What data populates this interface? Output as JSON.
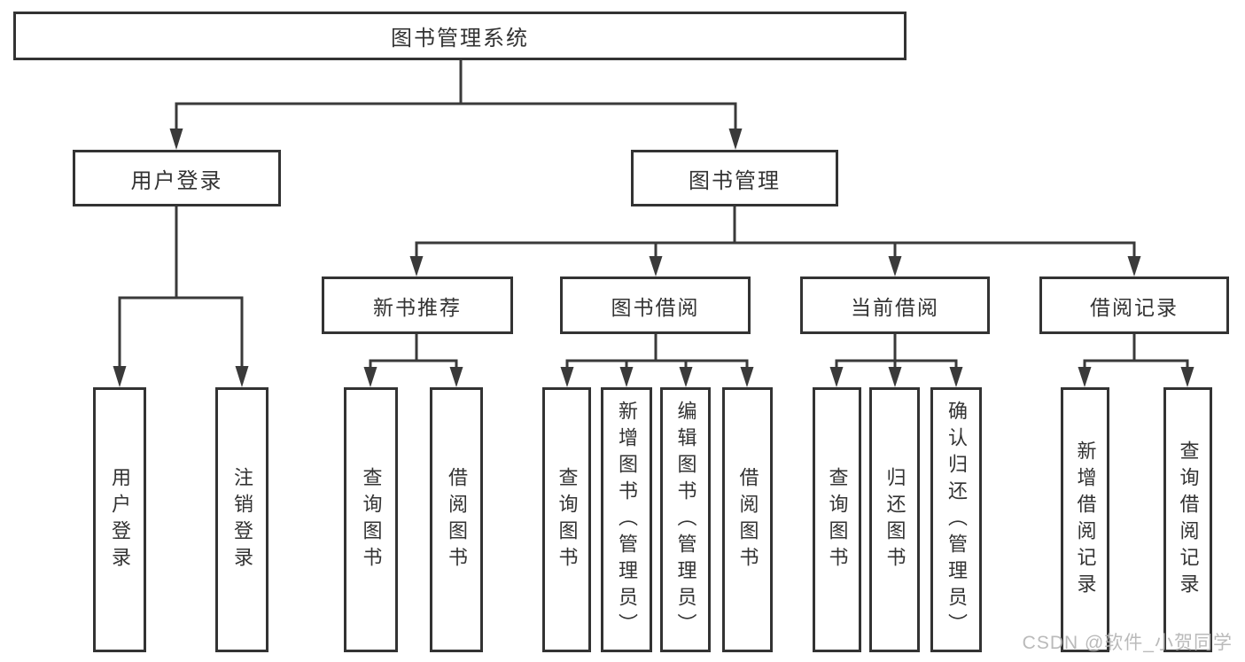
{
  "diagram": {
    "title": "图书管理系统",
    "root": {
      "label": "图书管理系统"
    },
    "branches": [
      {
        "label": "用户登录",
        "children": [
          {
            "label": "用户登录"
          },
          {
            "label": "注销登录"
          }
        ]
      },
      {
        "label": "图书管理",
        "children": [
          {
            "label": "新书推荐",
            "children": [
              {
                "label": "查询图书"
              },
              {
                "label": "借阅图书"
              }
            ]
          },
          {
            "label": "图书借阅",
            "children": [
              {
                "label": "查询图书"
              },
              {
                "label": "新增图书（管理员）"
              },
              {
                "label": "编辑图书（管理员）"
              },
              {
                "label": "借阅图书"
              }
            ]
          },
          {
            "label": "当前借阅",
            "children": [
              {
                "label": "查询图书"
              },
              {
                "label": "归还图书"
              },
              {
                "label": "确认归还（管理员）"
              }
            ]
          },
          {
            "label": "借阅记录",
            "children": [
              {
                "label": "新增借阅记录"
              },
              {
                "label": "查询借阅记录"
              }
            ]
          }
        ]
      }
    ],
    "watermark": "CSDN @软件_小贺同学"
  },
  "colors": {
    "line": "#3a3a3a",
    "border": "#333333",
    "text": "#333333",
    "background": "#ffffff",
    "watermark": "#b5b5b5"
  }
}
